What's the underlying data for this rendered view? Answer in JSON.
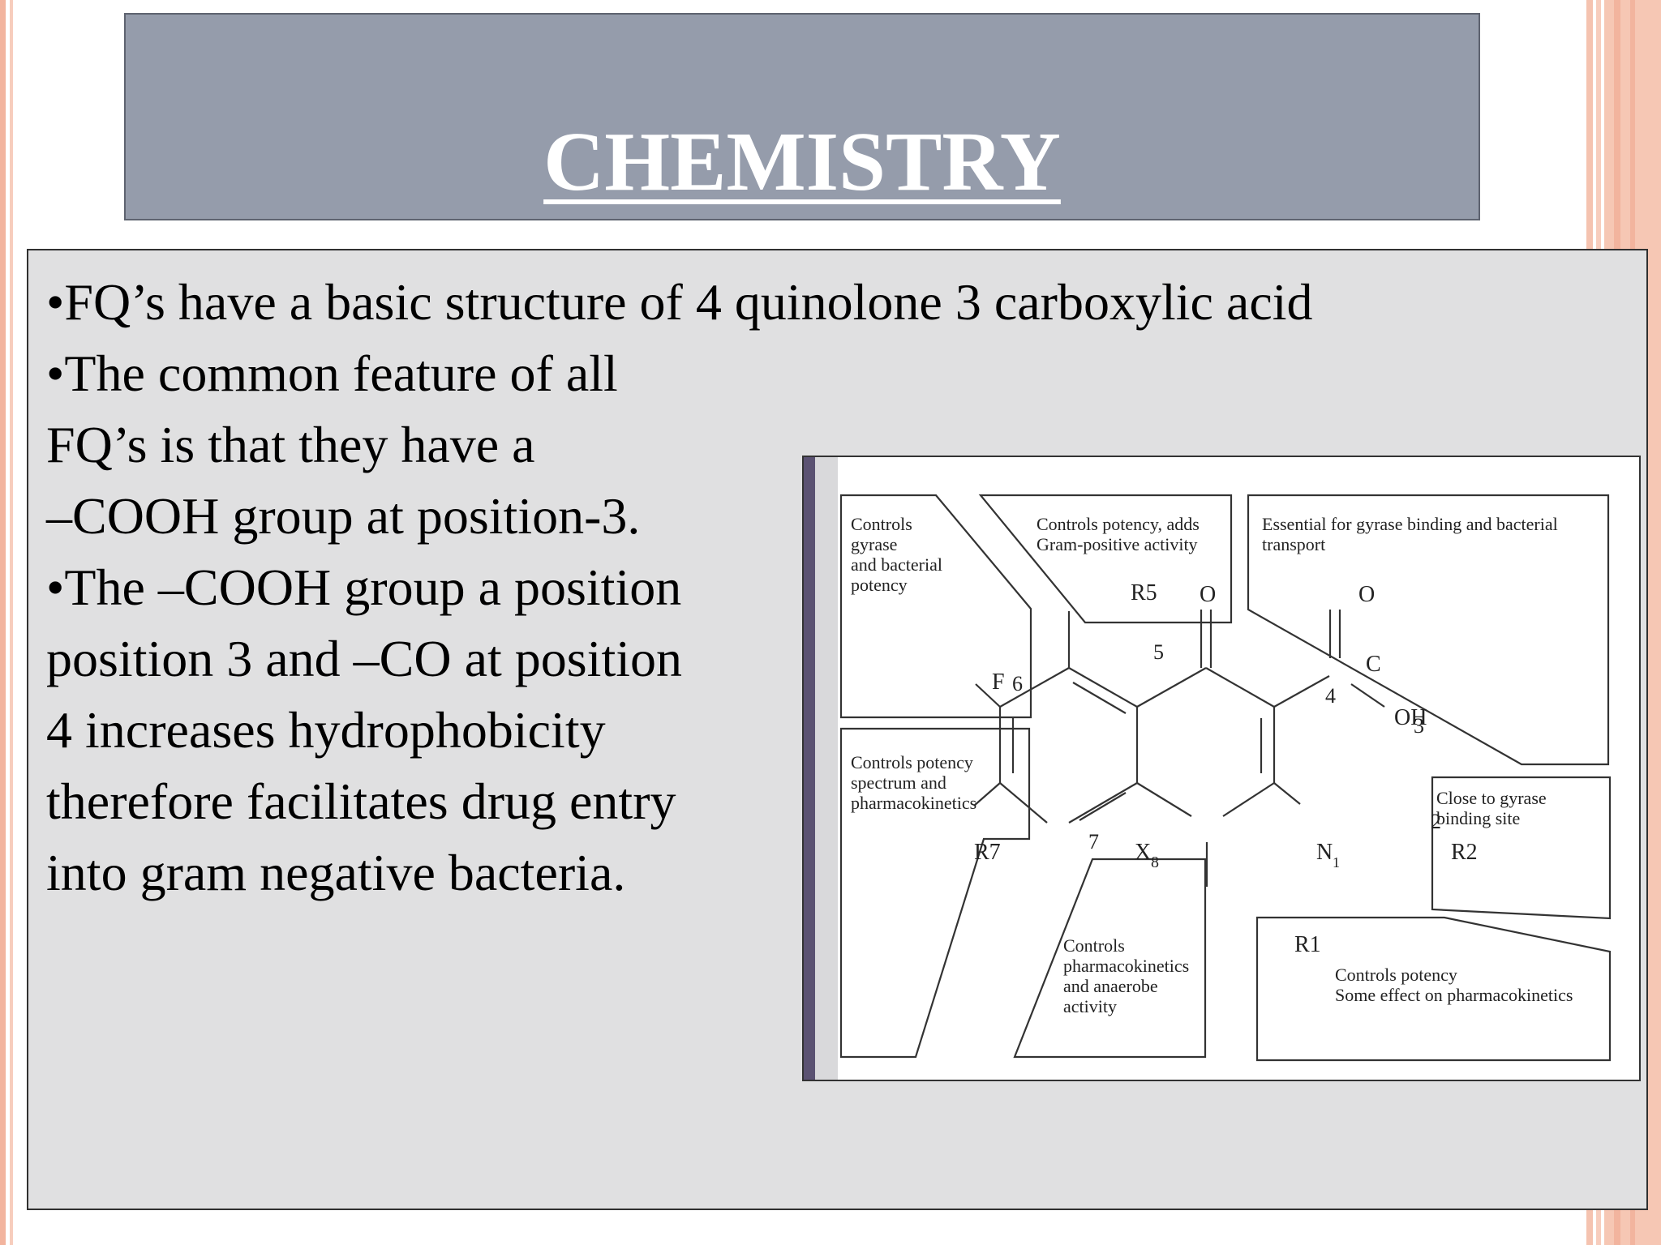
{
  "slide": {
    "title": "CHEMISTRY",
    "lines": [
      "•FQ’s have a basic structure of 4 quinolone 3 carboxylic acid",
      "•The common feature of all",
      " FQ’s is that they have a",
      "–COOH group at position-3.",
      "•The –COOH group a position",
      " position 3 and –CO at position",
      " 4 increases hydrophobicity",
      "therefore facilitates drug entry",
      "into gram negative bacteria."
    ]
  },
  "figure": {
    "annotations": {
      "gyrase_1": "Controls",
      "gyrase_2": "gyrase",
      "gyrase_3": "and bacterial",
      "gyrase_4": "potency",
      "r5_1": "Controls potency, adds",
      "r5_2": "Gram-positive activity",
      "essential_1": "Essential for gyrase binding and bacterial",
      "essential_2": "transport",
      "r7_1": "Controls potency",
      "r7_2": "spectrum and",
      "r7_3": "pharmacokinetics",
      "x8_1": "Controls",
      "x8_2": "pharmacokinetics",
      "x8_3": "and anaerobe",
      "x8_4": "activity",
      "r2_1": "Close to gyrase",
      "r2_2": "binding site",
      "r1_1": "Controls potency",
      "r1_2": "Some effect on pharmacokinetics"
    },
    "atoms": {
      "F": "F",
      "R5": "R5",
      "R7": "R7",
      "R2": "R2",
      "R1": "R1",
      "X": "X",
      "X_sub": "8",
      "N": "N",
      "N_sub": "1",
      "O_keto": "O",
      "O_acid": "O",
      "C": "C",
      "OH": "OH"
    },
    "positions": {
      "p2": "2",
      "p3": "3",
      "p4": "4",
      "p5": "5",
      "p6": "6",
      "p7": "7"
    }
  }
}
